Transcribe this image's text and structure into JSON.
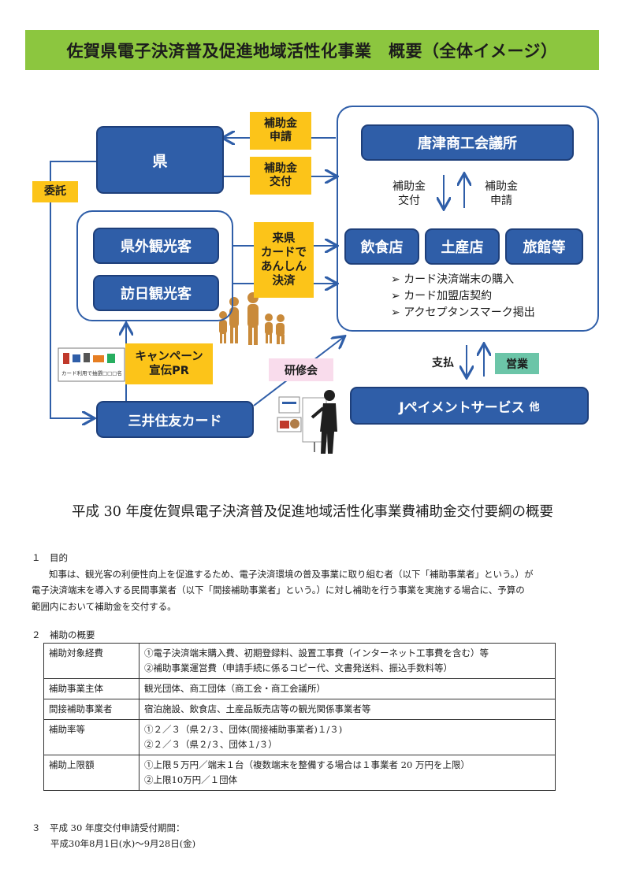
{
  "banner": {
    "title": "佐賀県電子決済普及促進地域活性化事業　概要（全体イメージ）"
  },
  "diagram": {
    "ken": "県",
    "karatsu": "唐津商工会議所",
    "kengai": "県外観光客",
    "honichi": "訪日観光客",
    "mitsui": "三井住友カード",
    "jpay": "Jペイメントサービス",
    "jpay_suffix": "他",
    "inshokuten": "飲食店",
    "dosanten": "土産店",
    "ryokan": "旅館等",
    "subsidy_apply": "補助金\n申請",
    "subsidy_grant": "補助金\n交付",
    "itaku": "委託",
    "raiken": "来県\nカードで\nあんしん\n決済",
    "campaign": "キャンペーン\n宣伝PR",
    "kenshukai": "研修会",
    "eigyo": "営業",
    "shiharai": "支払",
    "inner_grant": "補助金\n交付",
    "inner_apply": "補助金\n申請",
    "bullets": [
      "カード決済端末の購入",
      "カード加盟店契約",
      "アクセプタンスマーク掲出"
    ],
    "bullet_mark": "➢",
    "flyer_text": "カード利用で抽選□□□名"
  },
  "document": {
    "title": "平成 30 年度佐賀県電子決済普及促進地域活性化事業費補助金交付要綱の概要",
    "section1": {
      "heading": "１　目的",
      "lines": [
        "知事は、観光客の利便性向上を促進するため、電子決済環境の普及事業に取り組む者（以下「補助事業者」という。）が",
        "電子決済端末を導入する民間事業者（以下「間接補助事業者」という。）に対し補助を行う事業を実施する場合に、予算の",
        "範囲内において補助金を交付する。"
      ]
    },
    "section2": {
      "heading": "２　補助の概要",
      "rows": [
        {
          "label": "補助対象経費",
          "value": "①電子決済端末購入費、初期登録料、設置工事費（インターネット工事費を含む）等\n②補助事業運営費（申請手続に係るコピー代、文書発送料、振込手数料等）"
        },
        {
          "label": "補助事業主体",
          "value": "観光団体、商工団体（商工会・商工会議所）"
        },
        {
          "label": "間接補助事業者",
          "value": "宿泊施設、飲食店、土産品販売店等の観光関係事業者等"
        },
        {
          "label": "補助率等",
          "value": "①２／３（県２/３、団体(間接補助事業者)１/３)\n②２／３（県２/３、団体１/３）"
        },
        {
          "label": "補助上限額",
          "value": "①上限５万円／端末１台（複数端末を整備する場合は１事業者 20 万円を上限）\n②上限10万円／１団体"
        }
      ]
    },
    "section3": {
      "heading": "３　平成 30 年度交付申請受付期間：",
      "period": "平成30年8月1日(水)～9月28日(金)"
    }
  },
  "colors": {
    "banner": "#8cc63f",
    "blue": "#2f5ea8",
    "yellow": "#fcc419",
    "pink": "#f9dcec",
    "green_label": "#6cc5a8"
  }
}
